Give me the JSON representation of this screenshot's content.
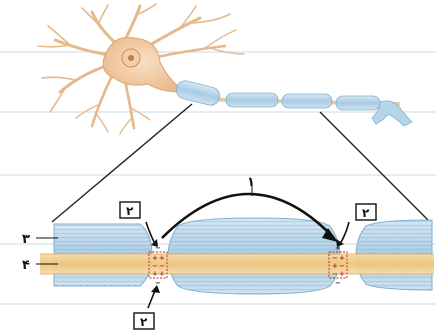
{
  "labels": {
    "one": "۱",
    "two_top_left": "۲",
    "two_top_right": "۲",
    "two_bottom": "۲",
    "three": "۳",
    "four": "۴"
  },
  "signs": {
    "plus": "+",
    "minus": "−"
  },
  "colors": {
    "background": "#ffffff",
    "notebook_lines": "#bcd6ee",
    "neuron_body": "#f0c9a0",
    "neuron_outline": "#c99a6a",
    "myelin": "#a8cbe4",
    "myelin_stripe": "#7fb0d3",
    "axon_core": "#f3cf93",
    "charge_marker": "#b3261e"
  }
}
